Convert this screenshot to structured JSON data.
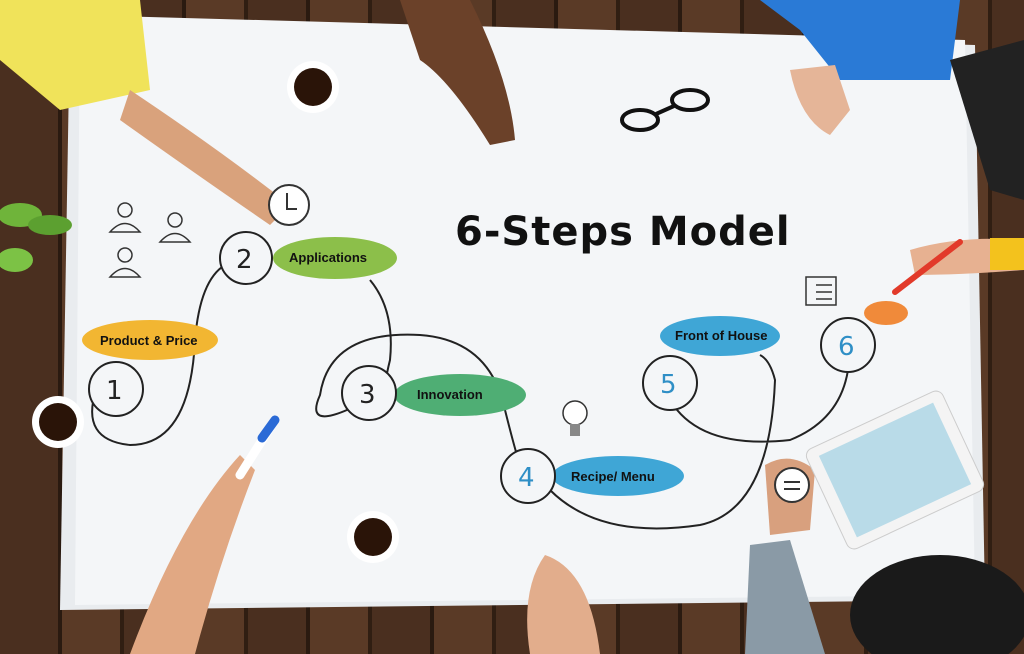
{
  "title": "6-Steps Model",
  "steps": [
    {
      "number": "1",
      "label": "Product & Price",
      "color": "#f2b632"
    },
    {
      "number": "2",
      "label": "Applications",
      "color": "#8cbf4a"
    },
    {
      "number": "3",
      "label": "Innovation",
      "color": "#4fae74"
    },
    {
      "number": "4",
      "label": "Recipe/ Menu",
      "color": "#3fa6d6"
    },
    {
      "number": "5",
      "label": "Front of House",
      "color": "#3fa6d6"
    },
    {
      "number": "6",
      "label": "",
      "color": "#3fa6d6"
    }
  ],
  "accent_colors": {
    "orange_blob": "#f08a3a",
    "paper": "#f4f6f8",
    "wood": "#4a2f1f"
  }
}
